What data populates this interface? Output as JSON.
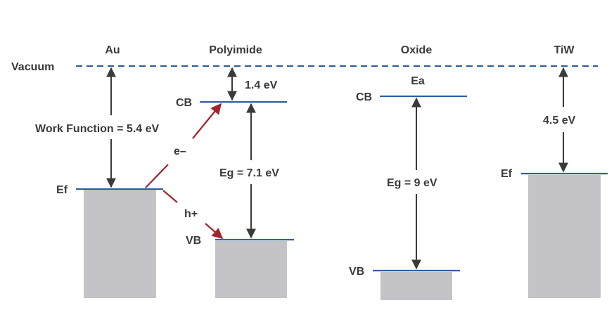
{
  "headers": {
    "au": "Au",
    "polyimide": "Polyimide",
    "oxide": "Oxide",
    "tiw": "TiW"
  },
  "vacuum_label": "Vacuum",
  "au": {
    "work_function": "Work Function = 5.4 eV",
    "ef": "Ef"
  },
  "polyimide": {
    "cb": "CB",
    "vb": "VB",
    "affinity": "1.4 eV",
    "gap": "Eg = 7.1 eV",
    "electron": "e–",
    "hole": "h+"
  },
  "oxide": {
    "ea": "Ea",
    "cb": "CB",
    "vb": "VB",
    "gap": "Eg = 9 eV"
  },
  "tiw": {
    "work_function": "4.5 eV",
    "ef": "Ef"
  },
  "colors": {
    "vacuum_line": "#2f5f9e",
    "band_line": "#2f5f9e",
    "block_fill": "#c4c4c8",
    "arrow": "#3a3a3a",
    "carrier_arrow": "#a3242e",
    "text": "#3a3a3a"
  }
}
